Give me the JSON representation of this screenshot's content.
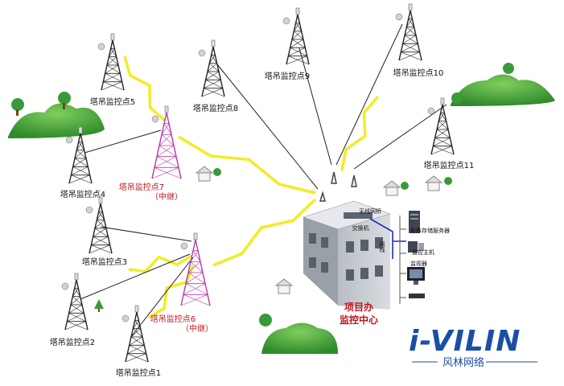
{
  "towers": [
    {
      "id": "p1",
      "label": "塔吊监控点1"
    },
    {
      "id": "p2",
      "label": "塔吊监控点2"
    },
    {
      "id": "p3",
      "label": "塔吊监控点3"
    },
    {
      "id": "p4",
      "label": "塔吊监控点4"
    },
    {
      "id": "p5",
      "label": "塔吊监控点5"
    },
    {
      "id": "p8",
      "label": "塔吊监控点8"
    },
    {
      "id": "p9",
      "label": "塔吊监控点9"
    },
    {
      "id": "p10",
      "label": "塔吊监控点10"
    },
    {
      "id": "p11",
      "label": "塔吊监控点11"
    }
  ],
  "relays": [
    {
      "id": "r7",
      "label": "塔吊监控点7",
      "sub": "（中继）"
    },
    {
      "id": "r6",
      "label": "塔吊监控点6",
      "sub": "（中继）"
    }
  ],
  "center": {
    "title_line1": "项目办",
    "title_line2": "监控中心",
    "wireless_bridge": "无线网桥",
    "switch": "交换机",
    "network_cable": "网线"
  },
  "devices": [
    {
      "label": "影像存储服务器"
    },
    {
      "label": "监控主机"
    },
    {
      "label": "监视器"
    }
  ],
  "logo": {
    "main": "i-VILIN",
    "sub": "风林网络"
  },
  "colors": {
    "link": "#f2ec25",
    "relay_tower": "#b23aa6",
    "tower": "#222222",
    "label_red": "#c0161c",
    "logo": "#1b4fa6",
    "tree": "#3a9a3a",
    "cable": "#1e2fb8"
  }
}
